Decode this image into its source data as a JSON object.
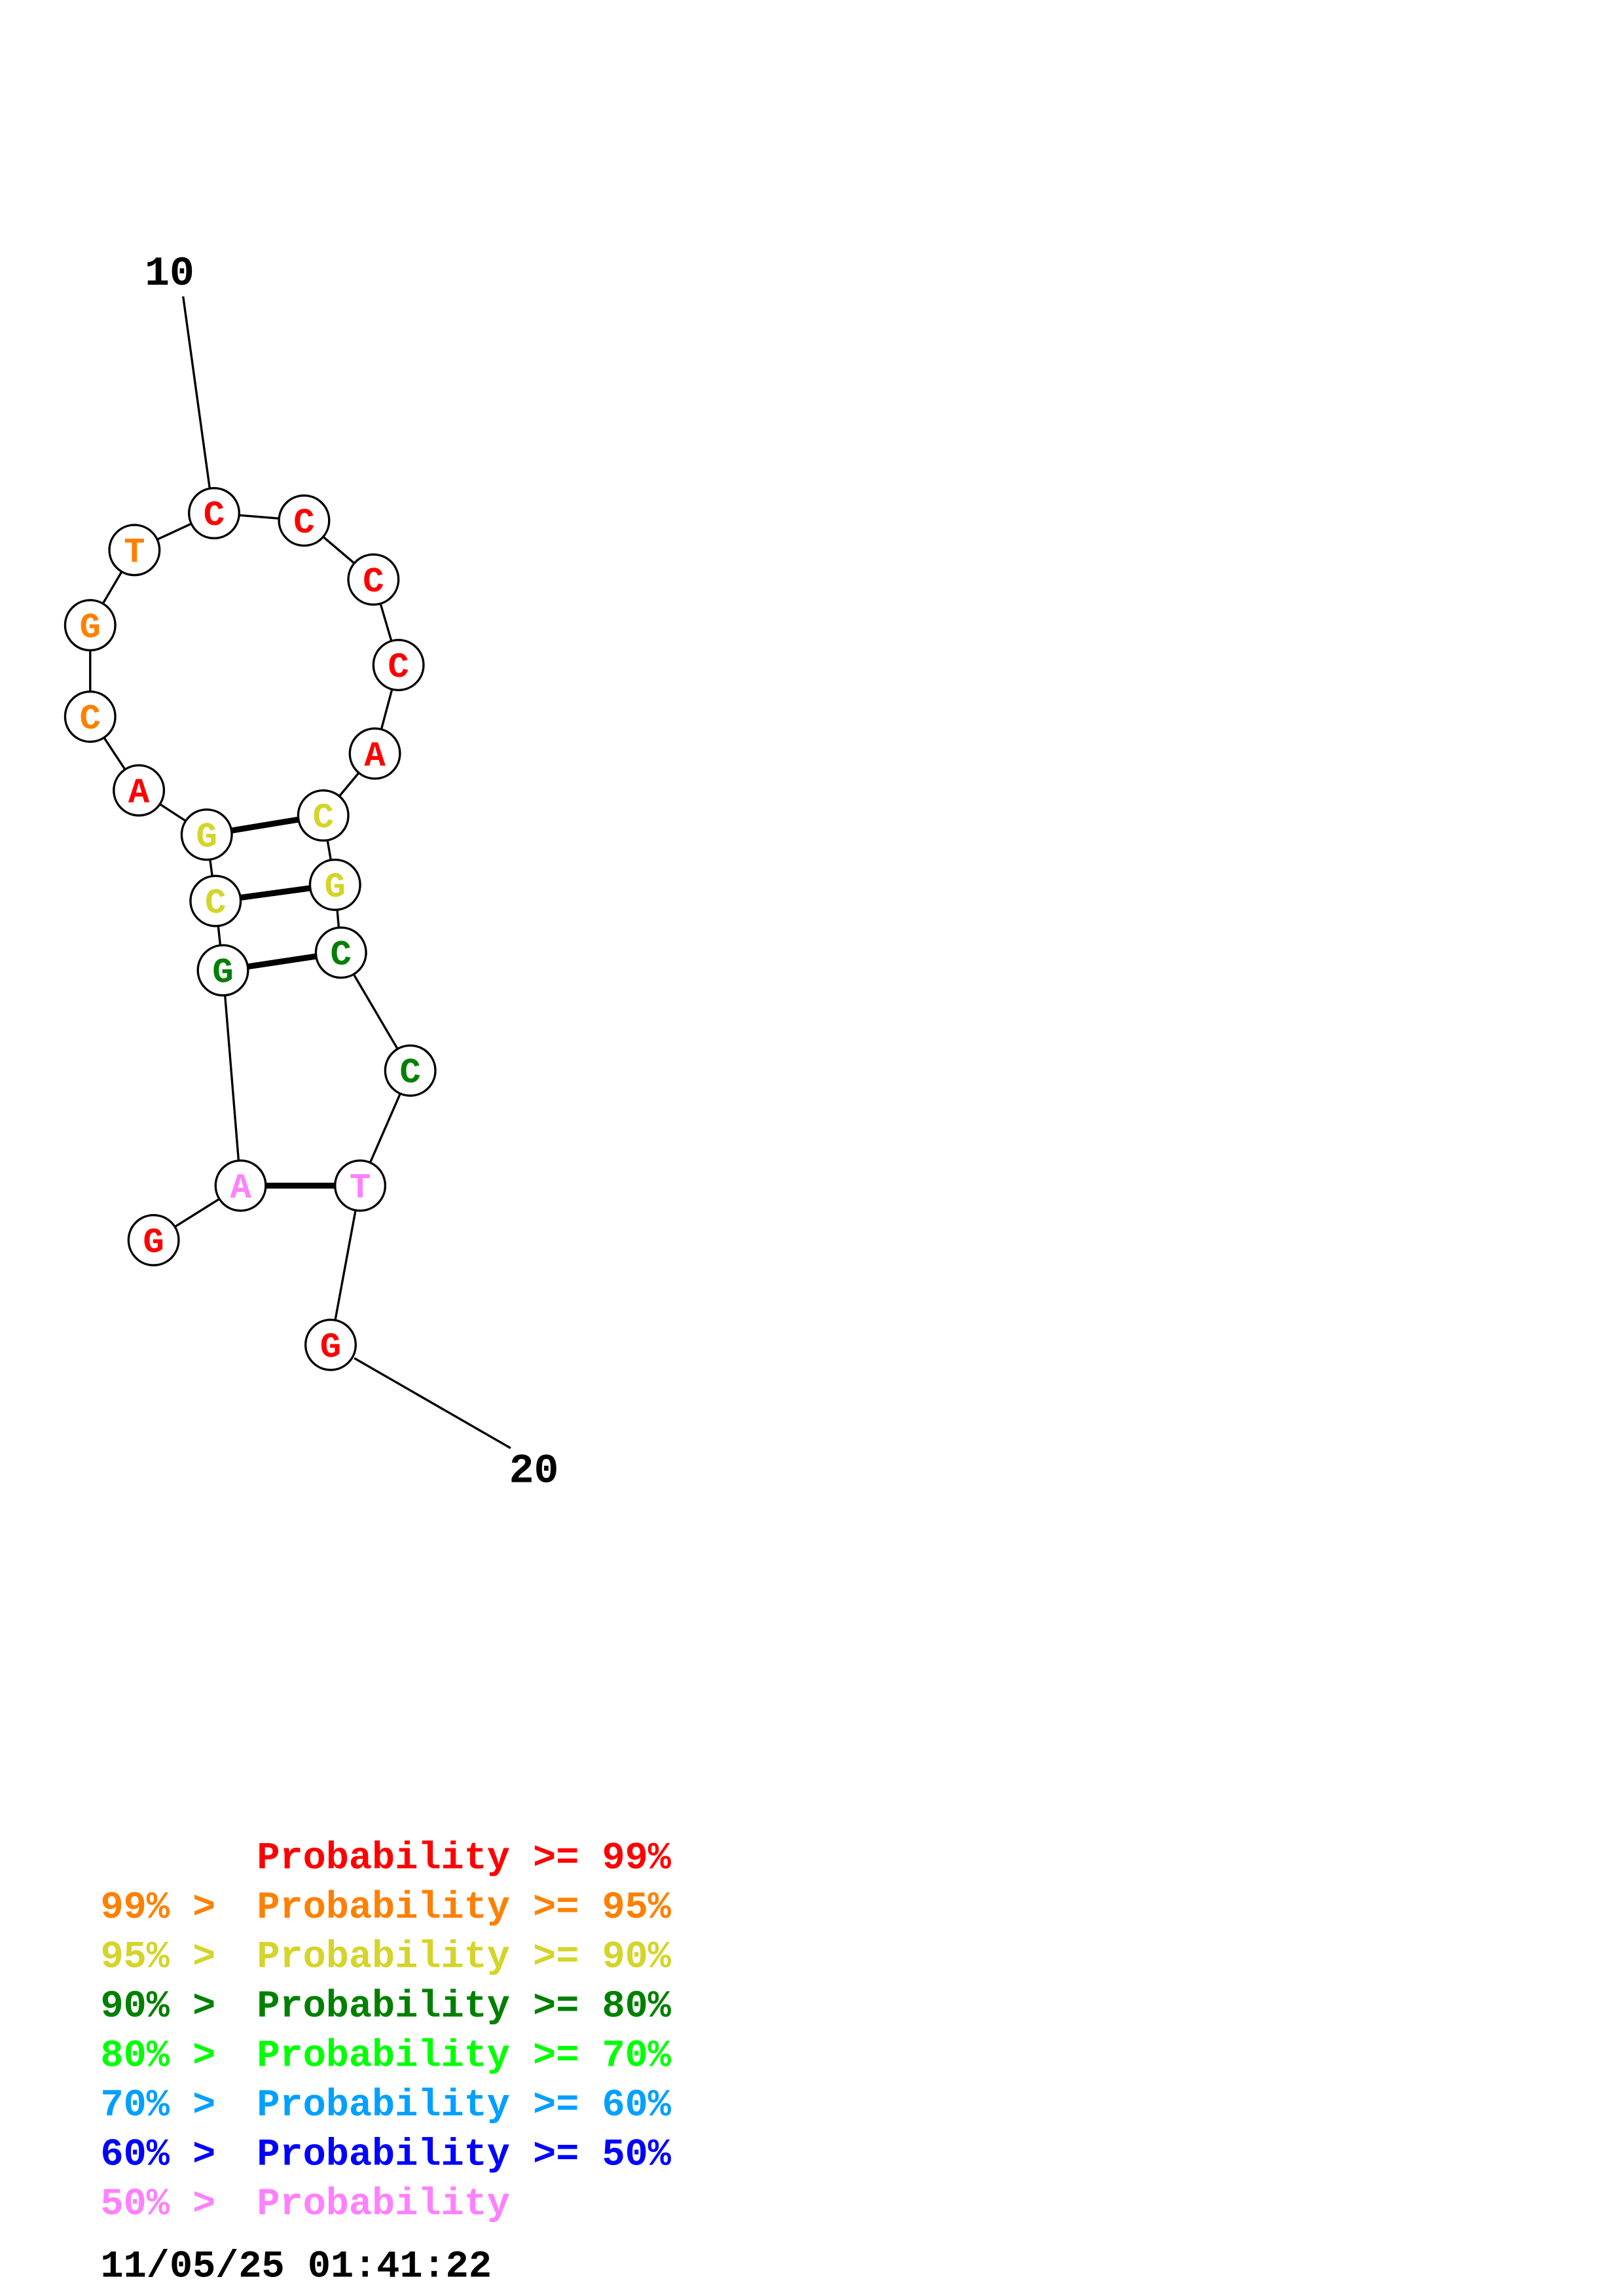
{
  "structure": {
    "nucleotides": [
      {
        "base": "G",
        "color": "#ff0000"
      },
      {
        "base": "A",
        "color": "#ff80ff"
      },
      {
        "base": "G",
        "color": "#008000"
      },
      {
        "base": "C",
        "color": "#d4d42a"
      },
      {
        "base": "G",
        "color": "#d4d42a"
      },
      {
        "base": "A",
        "color": "#ff0000"
      },
      {
        "base": "C",
        "color": "#ff8000"
      },
      {
        "base": "G",
        "color": "#ff8000"
      },
      {
        "base": "T",
        "color": "#ff8000"
      },
      {
        "base": "C",
        "color": "#ff0000"
      },
      {
        "base": "C",
        "color": "#ff0000"
      },
      {
        "base": "C",
        "color": "#ff0000"
      },
      {
        "base": "C",
        "color": "#ff0000"
      },
      {
        "base": "A",
        "color": "#ff0000"
      },
      {
        "base": "C",
        "color": "#d4d42a"
      },
      {
        "base": "G",
        "color": "#d4d42a"
      },
      {
        "base": "C",
        "color": "#008000"
      },
      {
        "base": "C",
        "color": "#008000"
      },
      {
        "base": "T",
        "color": "#ff80ff"
      },
      {
        "base": "G",
        "color": "#ff0000"
      }
    ],
    "pairs": [
      [
        5,
        15
      ],
      [
        4,
        16
      ],
      [
        3,
        17
      ],
      [
        2,
        19
      ]
    ],
    "labels": {
      "pos10": "10",
      "pos20": "20"
    }
  },
  "legend": [
    {
      "prefix": "",
      "text": "Probability >= 99%",
      "color": "#ff0000"
    },
    {
      "prefix": "99% > ",
      "text": "Probability >= 95%",
      "color": "#ff8000"
    },
    {
      "prefix": "95% > ",
      "text": "Probability >= 90%",
      "color": "#d4d42a"
    },
    {
      "prefix": "90% > ",
      "text": "Probability >= 80%",
      "color": "#008000"
    },
    {
      "prefix": "80% > ",
      "text": "Probability >= 70%",
      "color": "#00ff00"
    },
    {
      "prefix": "70% > ",
      "text": "Probability >= 60%",
      "color": "#00a0ff"
    },
    {
      "prefix": "60% > ",
      "text": "Probability >= 50%",
      "color": "#0000ff"
    },
    {
      "prefix": "50% > ",
      "text": "Probability",
      "color": "#ff80ff"
    }
  ],
  "timestamp": "11/05/25 01:41:22"
}
